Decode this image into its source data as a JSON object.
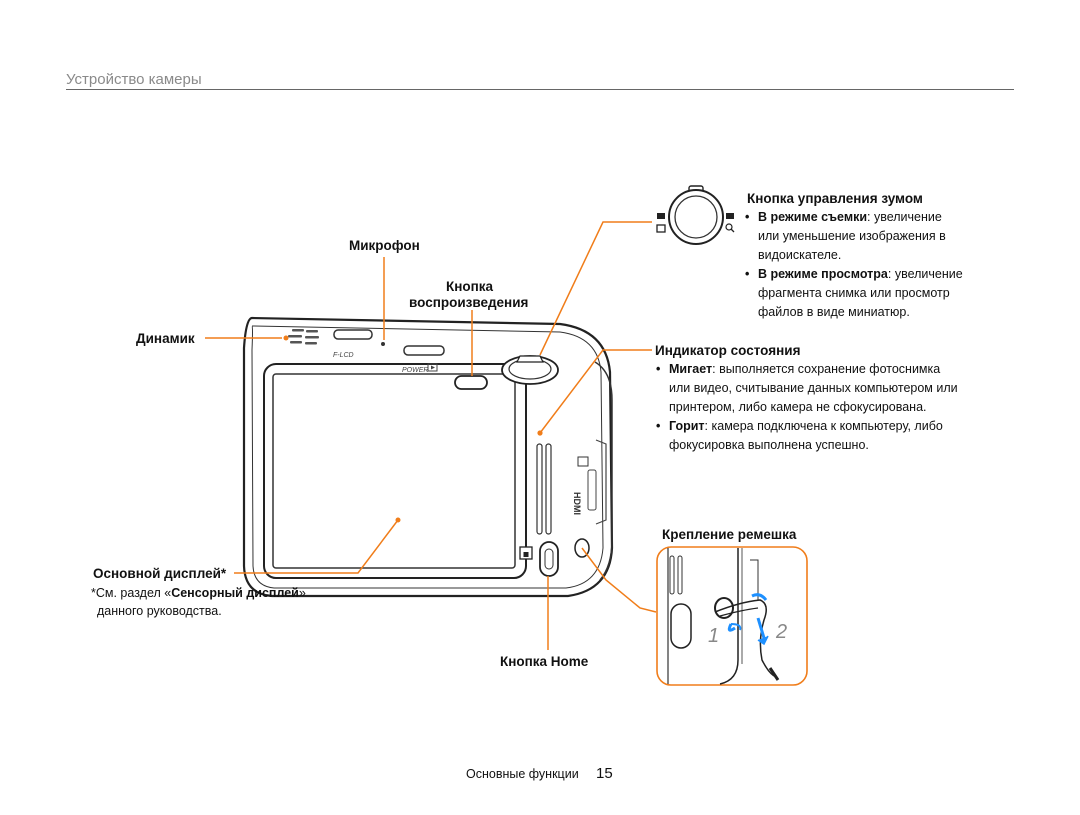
{
  "page": {
    "section_title": "Устройство камеры",
    "footer_section": "Основные функции",
    "page_number": "15"
  },
  "labels": {
    "microphone": "Микрофон",
    "playback_line1": "Кнопка",
    "playback_line2": "воспроизведения",
    "speaker": "Динамик",
    "main_display": "Основной дисплей*",
    "home_button": "Кнопка Home",
    "strap": "Крепление ремешка"
  },
  "note": {
    "prefix": "*См. раздел «",
    "link": "Сенсорный дисплей",
    "suffix": "»",
    "line2": "данного руководства."
  },
  "zoom": {
    "title": "Кнопка управления зумом",
    "item1_term": "В режиме съемки",
    "item1_text": ": увеличение",
    "item1_line2": "или уменьшение изображения в",
    "item1_line3": "видоискателе.",
    "item2_term": "В режиме просмотра",
    "item2_text": ": увеличение",
    "item2_line2": "фрагмента снимка или просмотр",
    "item2_line3": "файлов в виде миниатюр."
  },
  "status": {
    "title": "Индикатор состояния",
    "item1_term": "Мигает",
    "item1_text": ": выполняется сохранение фотоснимка",
    "item1_line2": "или видео, считывание данных компьютером или",
    "item1_line3": "принтером, либо камера не сфокусирована.",
    "item2_term": "Горит",
    "item2_text": ": камера подключена к компьютеру, либо",
    "item2_line2": "фокусировка выполнена успешно."
  },
  "camera_markings": {
    "flcd": "F-LCD",
    "power": "POWER",
    "hdmi": "HDMI"
  },
  "strap_steps": {
    "step1": "1",
    "step2": "2"
  },
  "colors": {
    "callout": "#f07d1a",
    "heading_gray": "#8a8a8a",
    "body_text": "#111111"
  }
}
